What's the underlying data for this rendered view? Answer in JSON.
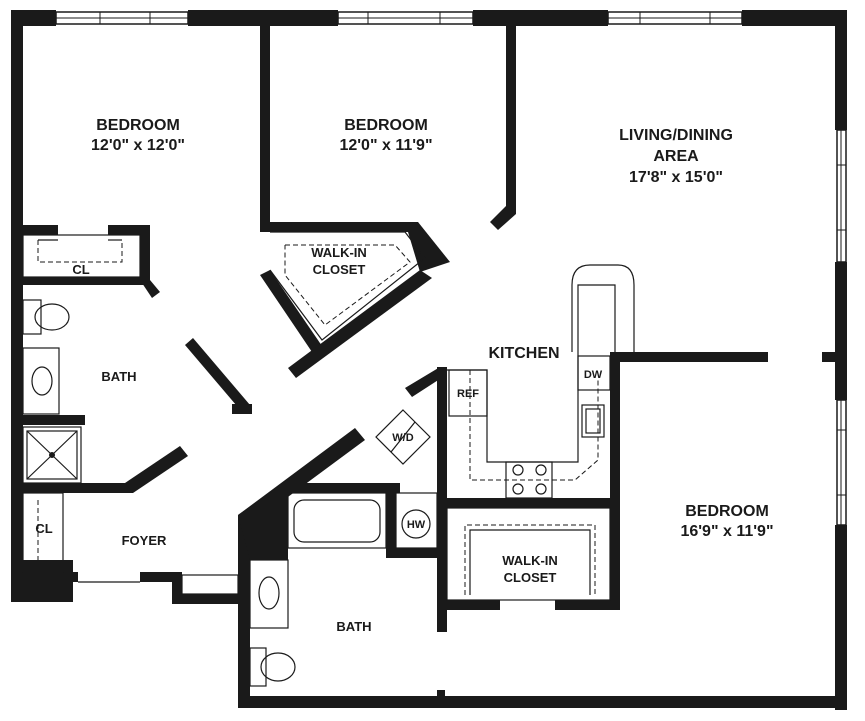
{
  "rooms": {
    "bedroom_1": {
      "name": "BEDROOM",
      "size": "12'0\" x 12'0\""
    },
    "bedroom_2": {
      "name": "BEDROOM",
      "size": "12'0\" x 11'9\""
    },
    "living": {
      "name_line1": "LIVING/DINING",
      "name_line2": "AREA",
      "size": "17'8\" x 15'0\""
    },
    "bedroom_3": {
      "name": "BEDROOM",
      "size": "16'9\" x 11'9\""
    },
    "kitchen": {
      "name": "KITCHEN"
    },
    "bath_1": {
      "name": "BATH"
    },
    "bath_2": {
      "name": "BATH"
    },
    "foyer": {
      "name": "FOYER"
    },
    "closet_1": {
      "name": "CL"
    },
    "closet_2": {
      "name": "CL"
    },
    "walkin_1": {
      "line1": "WALK-IN",
      "line2": "CLOSET"
    },
    "walkin_2": {
      "line1": "WALK-IN",
      "line2": "CLOSET"
    }
  },
  "fixtures": {
    "ref": "REF",
    "dw": "DW",
    "wd": "W/D",
    "hw": "HW"
  }
}
